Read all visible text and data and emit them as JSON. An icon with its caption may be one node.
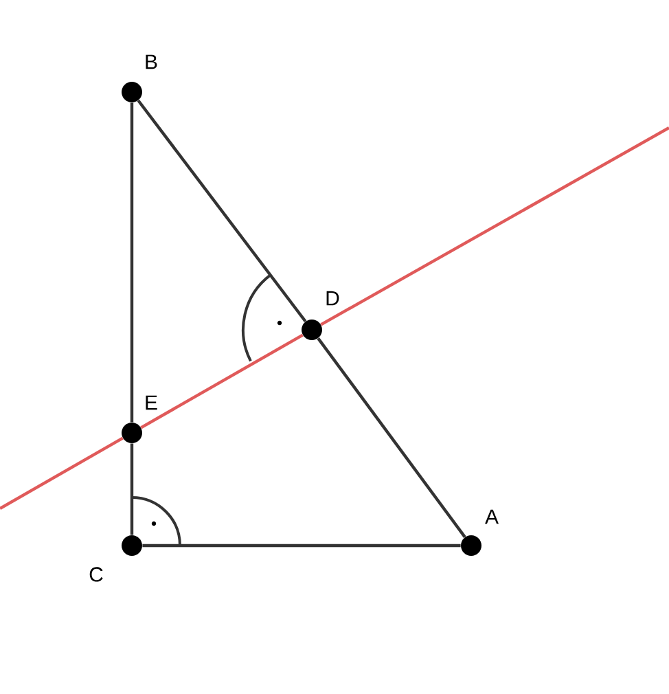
{
  "diagram": {
    "nodes": [
      {
        "text": [],
        "shape": "circle",
        "beside": [
          "B"
        ]
      },
      {
        "text": [],
        "shape": "circle",
        "beside": [
          "D"
        ]
      },
      {
        "text": [],
        "shape": "circle",
        "beside": [
          "E"
        ]
      },
      {
        "text": [],
        "shape": "circle",
        "beside": [
          "C"
        ]
      },
      {
        "text": [],
        "shape": "circle",
        "beside": [
          "A"
        ]
      }
    ],
    "edges": [
      {
        "from": 0,
        "to": 2,
        "arrow": "none"
      },
      {
        "from": 2,
        "to": 3,
        "arrow": "none"
      },
      {
        "from": 3,
        "to": 4,
        "arrow": "none"
      },
      {
        "from": 4,
        "to": 1,
        "arrow": "none"
      },
      {
        "from": 1,
        "to": 0,
        "arrow": "none"
      },
      {
        "from": null,
        "to": 2,
        "arrow": "none",
        "color": "#e05a5a"
      },
      {
        "from": 2,
        "to": 1,
        "arrow": "none",
        "color": "#e05a5a"
      },
      {
        "from": 1,
        "to": null,
        "arrow": "none",
        "color": "#e05a5a"
      }
    ]
  }
}
